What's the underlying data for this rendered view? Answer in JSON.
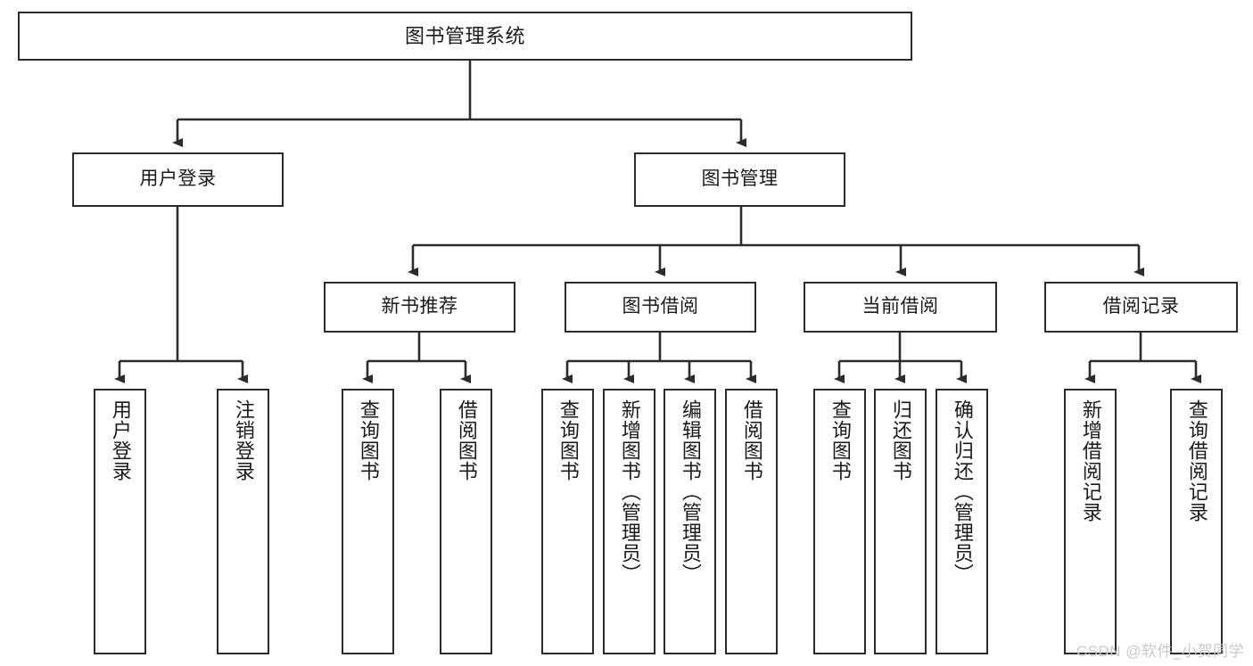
{
  "diagram": {
    "title": "图书管理系统",
    "type": "tree-hierarchy-diagram",
    "colors": {
      "stroke": "#2b2b2b",
      "fill": "#ffffff",
      "text": "#1a1a1a",
      "watermark": "#c9c9c9"
    },
    "root": {
      "label": "图书管理系统"
    },
    "level2": [
      {
        "label": "用户登录"
      },
      {
        "label": "图书管理"
      }
    ],
    "level3": [
      {
        "label": "新书推荐"
      },
      {
        "label": "图书借阅"
      },
      {
        "label": "当前借阅"
      },
      {
        "label": "借阅记录"
      }
    ],
    "leaves": {
      "user_login": [
        {
          "label": "用户登录"
        },
        {
          "label": "注销登录"
        }
      ],
      "new_book": [
        {
          "label": "查询图书"
        },
        {
          "label": "借阅图书"
        }
      ],
      "book_borrow": [
        {
          "label": "查询图书"
        },
        {
          "label": "新增图书（管理员）"
        },
        {
          "label": "编辑图书（管理员）"
        },
        {
          "label": "借阅图书"
        }
      ],
      "current_borrow": [
        {
          "label": "查询图书"
        },
        {
          "label": "归还图书"
        },
        {
          "label": "确认归还（管理员）"
        }
      ],
      "borrow_record": [
        {
          "label": "新增借阅记录"
        },
        {
          "label": "查询借阅记录"
        }
      ]
    },
    "watermark": "CSDN @软件_小贺同学"
  }
}
